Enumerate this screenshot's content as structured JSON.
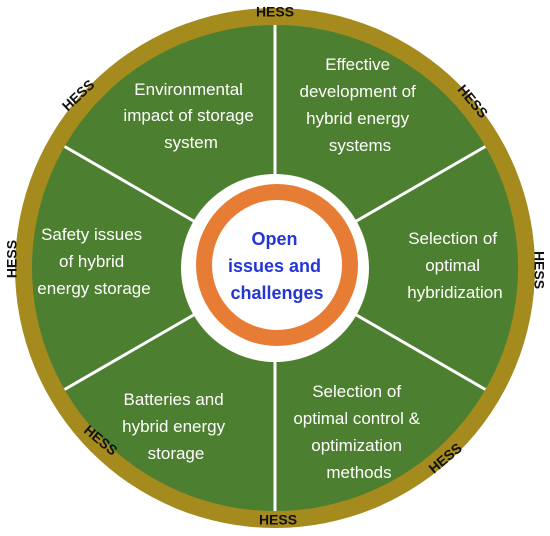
{
  "center": {
    "lines": [
      "Open",
      "issues and",
      "challenges"
    ]
  },
  "ring_label": "HESS",
  "segments": [
    {
      "key": "top-right",
      "lines": [
        "Effective",
        "development of",
        "hybrid energy",
        "systems"
      ]
    },
    {
      "key": "right",
      "lines": [
        "Selection of",
        "optimal",
        "hybridization"
      ]
    },
    {
      "key": "bottom-right",
      "lines": [
        "Selection of",
        "optimal control &",
        "optimization",
        "methods"
      ]
    },
    {
      "key": "bottom-left",
      "lines": [
        "Batteries and",
        "hybrid energy",
        "storage"
      ]
    },
    {
      "key": "left",
      "lines": [
        "Safety issues",
        "of hybrid",
        "energy storage"
      ]
    },
    {
      "key": "top-left",
      "lines": [
        "Environmental",
        "impact of storage",
        "system"
      ]
    }
  ],
  "colors": {
    "outer_ring": "#a58a1d",
    "segment_fill": "#4d7f30",
    "divider": "#ffffff",
    "inner_white": "#ffffff",
    "center_ring": "#e77d34",
    "center_text": "#2437d6",
    "segment_text": "#ffffff",
    "ring_label": "#111111"
  }
}
